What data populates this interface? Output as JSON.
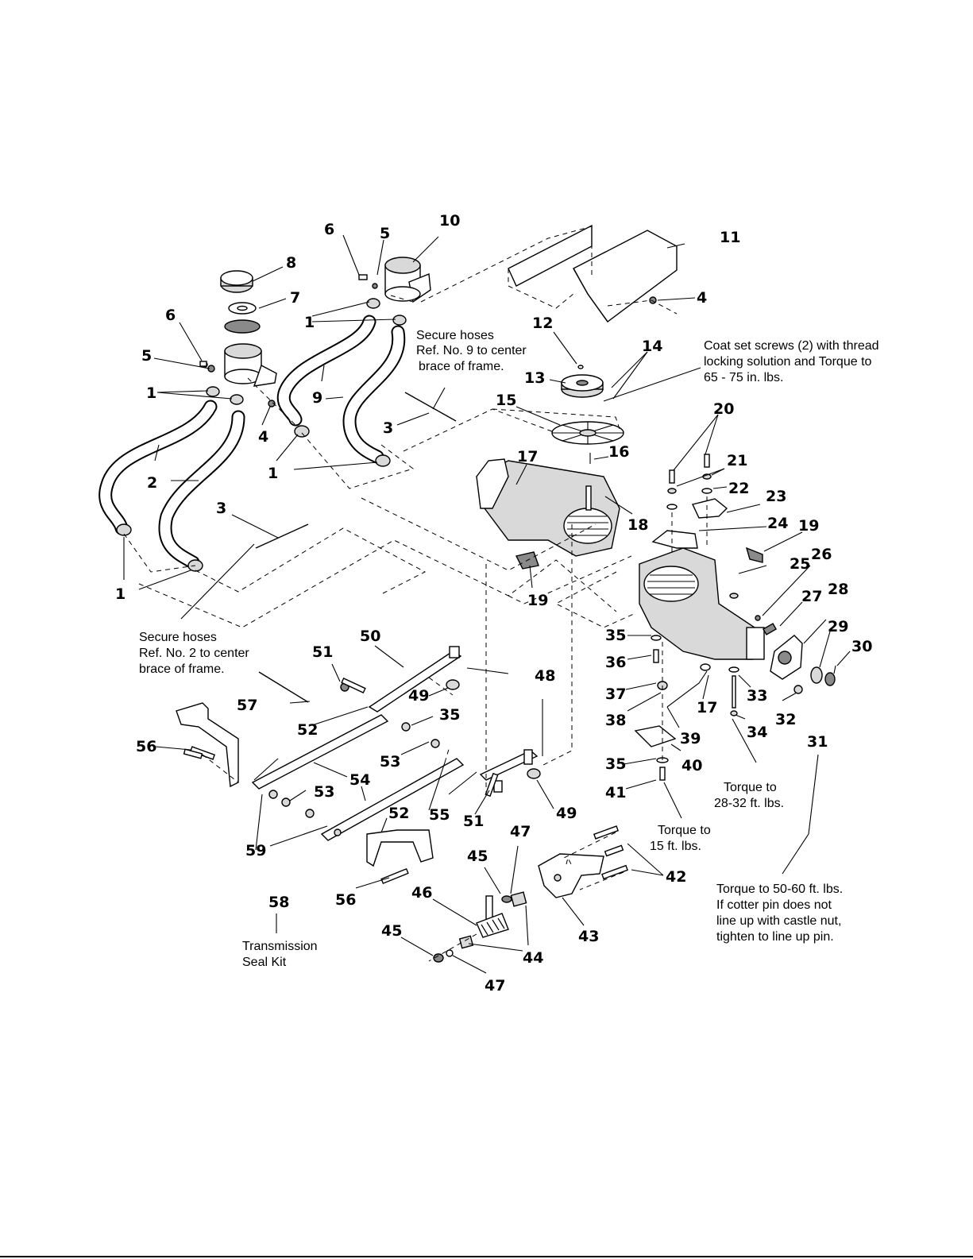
{
  "callouts": [
    {
      "n": "1",
      "k": "a"
    },
    {
      "n": "1",
      "k": "b"
    },
    {
      "n": "1",
      "k": "c"
    },
    {
      "n": "1",
      "k": "d"
    },
    {
      "n": "2",
      "k": "a"
    },
    {
      "n": "3",
      "k": "a"
    },
    {
      "n": "3",
      "k": "b"
    },
    {
      "n": "4",
      "k": "a"
    },
    {
      "n": "4",
      "k": "b"
    },
    {
      "n": "5",
      "k": "a"
    },
    {
      "n": "5",
      "k": "b"
    },
    {
      "n": "6",
      "k": "a"
    },
    {
      "n": "6",
      "k": "b"
    },
    {
      "n": "7",
      "k": "a"
    },
    {
      "n": "8",
      "k": "a"
    },
    {
      "n": "9",
      "k": "a"
    },
    {
      "n": "10",
      "k": "a"
    },
    {
      "n": "11",
      "k": "a"
    },
    {
      "n": "12",
      "k": "a"
    },
    {
      "n": "13",
      "k": "a"
    },
    {
      "n": "14",
      "k": "a"
    },
    {
      "n": "15",
      "k": "a"
    },
    {
      "n": "16",
      "k": "a"
    },
    {
      "n": "17",
      "k": "a"
    },
    {
      "n": "17",
      "k": "b"
    },
    {
      "n": "18",
      "k": "a"
    },
    {
      "n": "19",
      "k": "a"
    },
    {
      "n": "19",
      "k": "b"
    },
    {
      "n": "20",
      "k": "a"
    },
    {
      "n": "21",
      "k": "a"
    },
    {
      "n": "22",
      "k": "a"
    },
    {
      "n": "23",
      "k": "a"
    },
    {
      "n": "24",
      "k": "a"
    },
    {
      "n": "25",
      "k": "a"
    },
    {
      "n": "26",
      "k": "a"
    },
    {
      "n": "27",
      "k": "a"
    },
    {
      "n": "28",
      "k": "a"
    },
    {
      "n": "29",
      "k": "a"
    },
    {
      "n": "30",
      "k": "a"
    },
    {
      "n": "31",
      "k": "a"
    },
    {
      "n": "32",
      "k": "a"
    },
    {
      "n": "33",
      "k": "a"
    },
    {
      "n": "34",
      "k": "a"
    },
    {
      "n": "35",
      "k": "a"
    },
    {
      "n": "35",
      "k": "b"
    },
    {
      "n": "35",
      "k": "c"
    },
    {
      "n": "36",
      "k": "a"
    },
    {
      "n": "37",
      "k": "a"
    },
    {
      "n": "38",
      "k": "a"
    },
    {
      "n": "39",
      "k": "a"
    },
    {
      "n": "40",
      "k": "a"
    },
    {
      "n": "41",
      "k": "a"
    },
    {
      "n": "42",
      "k": "a"
    },
    {
      "n": "43",
      "k": "a"
    },
    {
      "n": "44",
      "k": "a"
    },
    {
      "n": "45",
      "k": "a"
    },
    {
      "n": "45",
      "k": "b"
    },
    {
      "n": "46",
      "k": "a"
    },
    {
      "n": "47",
      "k": "a"
    },
    {
      "n": "47",
      "k": "b"
    },
    {
      "n": "48",
      "k": "a"
    },
    {
      "n": "49",
      "k": "a"
    },
    {
      "n": "49",
      "k": "b"
    },
    {
      "n": "50",
      "k": "a"
    },
    {
      "n": "51",
      "k": "a"
    },
    {
      "n": "51",
      "k": "b"
    },
    {
      "n": "52",
      "k": "a"
    },
    {
      "n": "52",
      "k": "b"
    },
    {
      "n": "53",
      "k": "a"
    },
    {
      "n": "53",
      "k": "b"
    },
    {
      "n": "54",
      "k": "a"
    },
    {
      "n": "55",
      "k": "a"
    },
    {
      "n": "56",
      "k": "a"
    },
    {
      "n": "56",
      "k": "b"
    },
    {
      "n": "57",
      "k": "a"
    },
    {
      "n": "58",
      "k": "a"
    },
    {
      "n": "59",
      "k": "a"
    }
  ],
  "notes": {
    "secure_hoses_9": [
      "Secure hoses",
      "Ref. No. 9 to center",
      "brace of frame."
    ],
    "secure_hoses_2": [
      "Secure hoses",
      "Ref. No. 2 to center",
      "brace of frame."
    ],
    "coat_set_screws": [
      "Coat set screws (2) with thread",
      "locking solution and Torque to",
      "65 - 75 in. lbs."
    ],
    "torque_28_32": [
      "Torque to",
      "28-32 ft. lbs."
    ],
    "torque_15": [
      "Torque to",
      "15 ft. lbs."
    ],
    "torque_50_60": [
      "Torque to 50-60 ft. lbs.",
      "If cotter pin does not",
      "line up with castle nut,",
      "tighten to line up pin."
    ],
    "transmission_seal_kit": [
      "Transmission",
      "Seal Kit"
    ]
  }
}
